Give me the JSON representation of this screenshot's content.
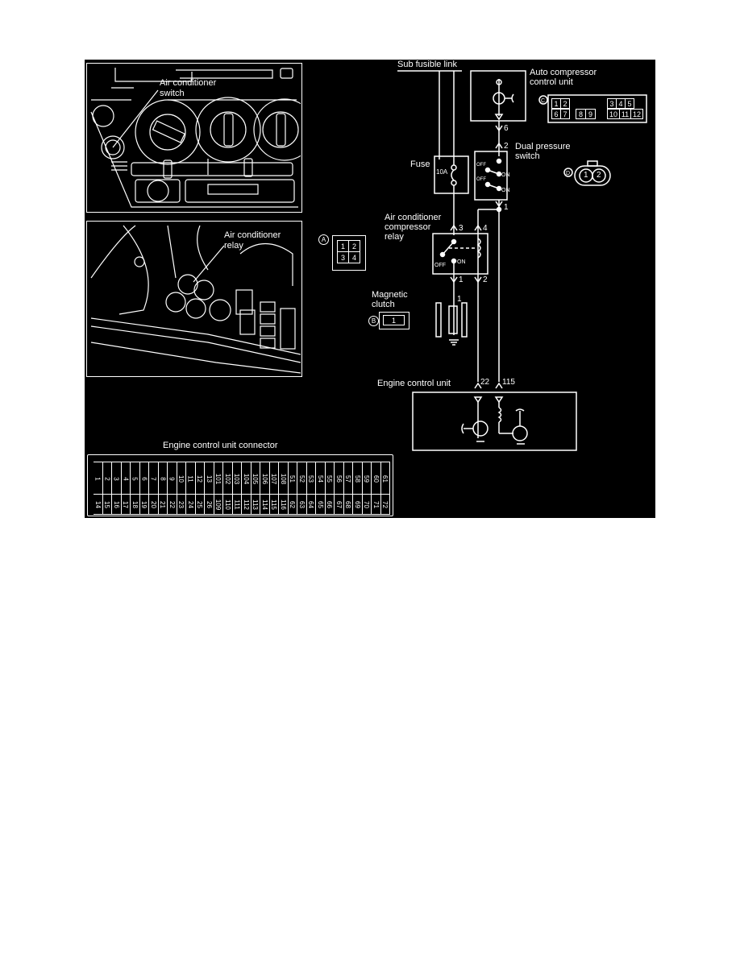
{
  "colors": {
    "background": "#000000",
    "line": "#ffffff",
    "page": "#ffffff"
  },
  "photos": {
    "dash": {
      "label_line1": "Air conditioner",
      "label_line2": "switch"
    },
    "relay_bay": {
      "label_line1": "Air conditioner",
      "label_line2": "relay"
    }
  },
  "connectors": {
    "A": {
      "letter": "A",
      "pins": [
        "1",
        "2",
        "3",
        "4"
      ]
    },
    "B": {
      "letter": "B",
      "pins": [
        "1"
      ]
    },
    "C": {
      "letter": "C",
      "top_pins": [
        "1",
        "2",
        "3",
        "4",
        "5"
      ],
      "bottom_pins": [
        "6",
        "7",
        "8",
        "9",
        "10",
        "11",
        "12"
      ]
    },
    "D": {
      "letter": "D",
      "pins": [
        "1",
        "2"
      ]
    }
  },
  "schematic": {
    "sub_fusible_link": "Sub fusible link",
    "auto_compressor": {
      "line1": "Auto compressor",
      "line2": "control unit",
      "pin": "6"
    },
    "dual_pressure": {
      "line1": "Dual pressure",
      "line2": "switch",
      "pin_top": "2",
      "pin_bottom": "1",
      "off1": "OFF",
      "on1": "ON",
      "off2": "OFF",
      "on2": "ON"
    },
    "fuse": {
      "label": "Fuse",
      "rating": "10A"
    },
    "relay": {
      "line1": "Air conditioner",
      "line2": "compressor",
      "line3": "relay",
      "pin3": "3",
      "pin4": "4",
      "pin1": "1",
      "pin2": "2",
      "off": "OFF",
      "on": "ON"
    },
    "clutch": {
      "line1": "Magnetic",
      "line2": "clutch",
      "pin": "1"
    },
    "ecu": {
      "label": "Engine control unit",
      "pin_a": "22",
      "pin_b": "115"
    }
  },
  "ecu_connector": {
    "title": "Engine control unit connector",
    "top_row": [
      "1",
      "2",
      "3",
      "4",
      "5",
      "6",
      "7",
      "8",
      "9",
      "10",
      "11",
      "12",
      "13",
      "101",
      "102",
      "103",
      "104",
      "105",
      "106",
      "107",
      "108",
      "51",
      "52",
      "53",
      "54",
      "55",
      "56",
      "57",
      "58",
      "59",
      "60",
      "61"
    ],
    "bottom_row": [
      "14",
      "15",
      "16",
      "17",
      "18",
      "19",
      "20",
      "21",
      "22",
      "23",
      "24",
      "25",
      "26",
      "109",
      "110",
      "111",
      "112",
      "113",
      "114",
      "115",
      "116",
      "62",
      "63",
      "64",
      "65",
      "66",
      "67",
      "68",
      "69",
      "70",
      "71",
      "72"
    ]
  }
}
